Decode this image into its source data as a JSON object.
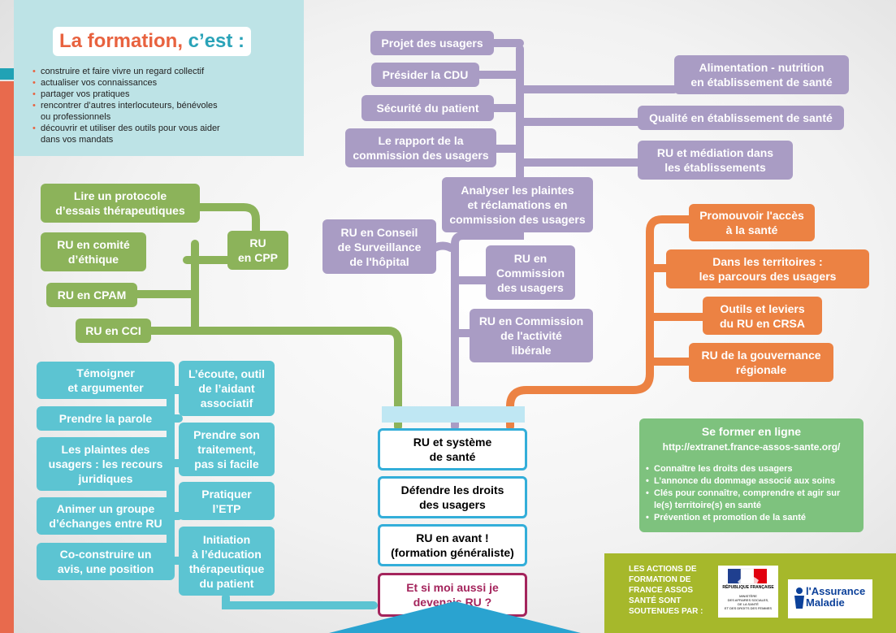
{
  "colors": {
    "lavender": "#a99cc4",
    "green": "#8cb35a",
    "orange": "#ec8243",
    "teal": "#5cc4d2",
    "center_border": "#33aed9",
    "highlight": "#a4245c",
    "title_red": "#e8623f",
    "title_teal": "#2aa3b8"
  },
  "formation": {
    "title_part1": "La formation, ",
    "title_part2": "c’est :",
    "items": [
      "construire et faire vivre un regard collectif",
      "actualiser vos connaissances",
      "partager vos pratiques",
      "rencontrer d’autres interlocuteurs, bénévoles\nou professionnels",
      "découvrir et utiliser des outils pour vous aider\ndans vos mandats"
    ]
  },
  "center": [
    "RU et système\nde santé",
    "Défendre les droits\ndes usagers",
    "RU en avant !\n(formation généraliste)",
    "Et si moi aussi je\ndevenais RU ?"
  ],
  "lavender_branch": {
    "cdu_topics": [
      "Projet des usagers",
      "Présider la CDU",
      "Sécurité du patient",
      "Le rapport de la\ncommission des usagers",
      "Analyser les plaintes\net réclamations en\ncommission des usagers"
    ],
    "right_topics": [
      "Alimentation - nutrition\nen établissement de santé",
      "Qualité en établissement de santé",
      "RU et médiation dans\nles établissements"
    ],
    "hubs": [
      "RU en Conseil\nde Surveillance\nde l'hôpital",
      "RU en\nCommission\ndes usagers",
      "RU en Commission\nde l'activité\nlibérale"
    ]
  },
  "green_branch": {
    "items": [
      "Lire un protocole\nd’essais thérapeutiques",
      "RU en comité\nd’éthique",
      "RU en CPAM",
      "RU en CCI"
    ],
    "cpp": "RU\nen CPP"
  },
  "orange_branch": {
    "items": [
      "Promouvoir l'accès\nà la santé",
      "Dans les territoires :\nles parcours des usagers",
      "Outils et leviers\ndu RU en CRSA",
      "RU de la gouvernance\nrégionale"
    ]
  },
  "teal_branch": {
    "left": [
      "Témoigner\net argumenter",
      "Prendre la parole",
      "Les plaintes des\nusagers : les recours\njuridiques",
      "Animer un groupe\nd’échanges entre RU",
      "Co-construire un\navis, une position"
    ],
    "middle": [
      "L’écoute, outil\nde l’aidant\nassociatif",
      "Prendre son\ntraitement,\npas si facile",
      "Pratiquer\nl’ETP",
      "Initiation\nà l’éducation\nthérapeutique\ndu patient"
    ]
  },
  "online": {
    "title": "Se former en ligne",
    "url": "http://extranet.france-assos-sante.org/",
    "items": [
      "Connaître les droits des usagers",
      "L’annonce du dommage associé aux soins",
      "Clés pour connaître, comprendre et agir sur\nle(s) territoire(s) en santé",
      "Prévention et promotion de la santé"
    ]
  },
  "sponsor": {
    "text": "LES ACTIONS DE\nFORMATION DE\nFRANCE ASSOS\nSANTÉ SONT\nSOUTENUES PAR :",
    "logo1_caption": "RÉPUBLIQUE FRANÇAISE",
    "logo1_sub": "MINISTÈRE\nDES AFFAIRES SOCIALES,\nDE LA SANTÉ\nET DES DROITS DES FEMMES",
    "logo2_caption": "l'Assurance\nMaladie"
  }
}
